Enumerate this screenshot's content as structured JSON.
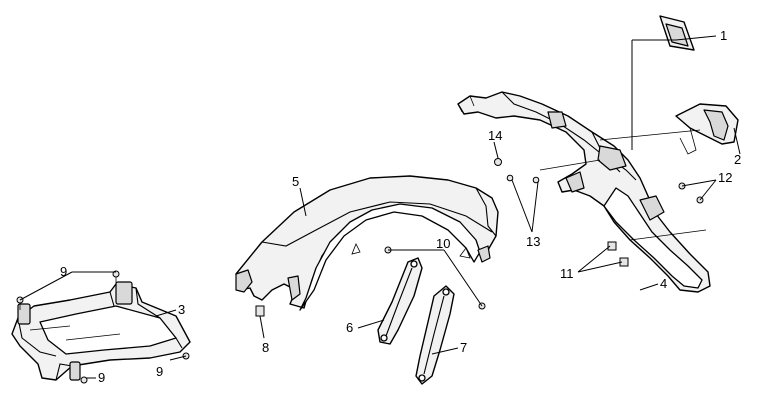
{
  "callouts": [
    {
      "id": "c1",
      "label": "1"
    },
    {
      "id": "c2",
      "label": "2"
    },
    {
      "id": "c3",
      "label": "3"
    },
    {
      "id": "c4",
      "label": "4"
    },
    {
      "id": "c5",
      "label": "5"
    },
    {
      "id": "c6",
      "label": "6"
    },
    {
      "id": "c7",
      "label": "7"
    },
    {
      "id": "c8",
      "label": "8"
    },
    {
      "id": "c9a",
      "label": "9"
    },
    {
      "id": "c9b",
      "label": "9"
    },
    {
      "id": "c9c",
      "label": "9"
    },
    {
      "id": "c10",
      "label": "10"
    },
    {
      "id": "c11",
      "label": "11"
    },
    {
      "id": "c12",
      "label": "12"
    },
    {
      "id": "c13",
      "label": "13"
    },
    {
      "id": "c14",
      "label": "14"
    }
  ]
}
